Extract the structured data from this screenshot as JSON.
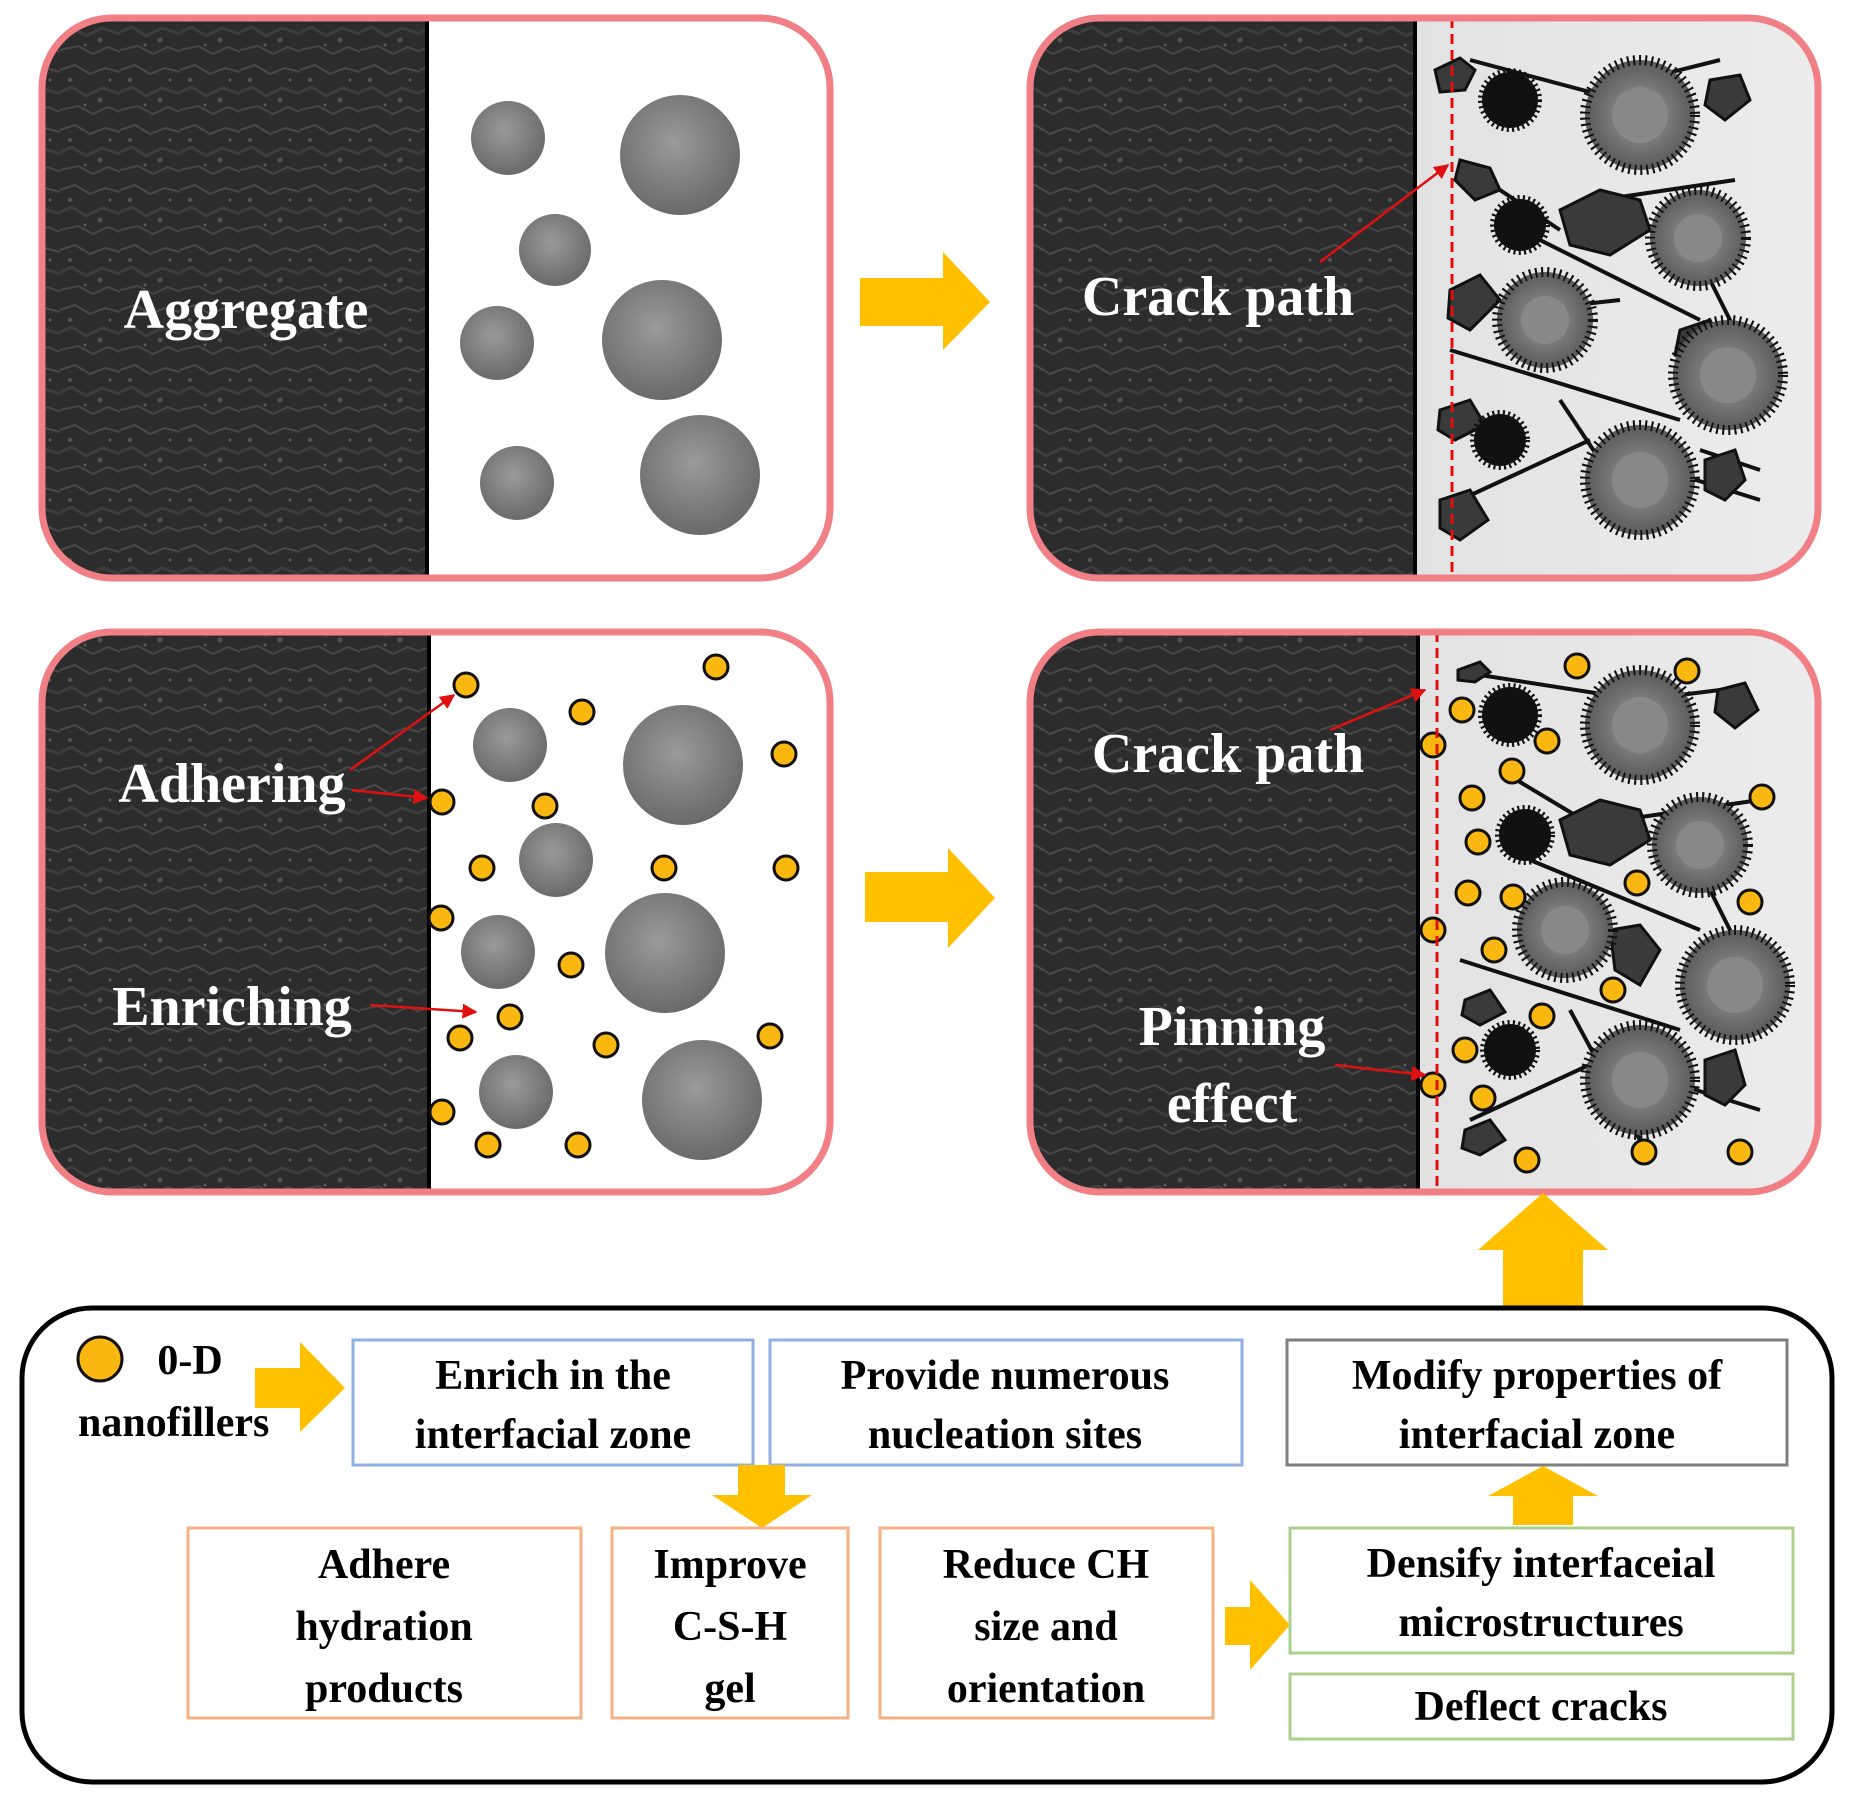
{
  "panels": {
    "top_left": {
      "aggregate_label": "Aggregate"
    },
    "top_right": {
      "crack_label": "Crack path"
    },
    "bottom_left": {
      "adhering_label": "Adhering",
      "enriching_label": "Enriching"
    },
    "bottom_right": {
      "crack_label": "Crack path",
      "pinning_line1": "Pinning",
      "pinning_line2": "effect"
    }
  },
  "legend": {
    "nanofiller_line1": "0-D",
    "nanofiller_line2": "nanofillers"
  },
  "boxes": {
    "enrich": [
      "Enrich in the",
      "interfacial zone"
    ],
    "nucleation": [
      "Provide numerous",
      "nucleation sites"
    ],
    "modify": [
      "Modify properties of",
      "interfacial zone"
    ],
    "adhere": [
      "Adhere",
      "hydration",
      "products"
    ],
    "improve": [
      "Improve",
      "C-S-H",
      "gel"
    ],
    "reduce": [
      "Reduce CH",
      "size and",
      "orientation"
    ],
    "densify": [
      "Densify interfaceial",
      "microstructures"
    ],
    "deflect": [
      "Deflect cracks"
    ]
  },
  "colors": {
    "panel_border": "#f07f86",
    "arrow": "#ffc000",
    "nanofiller": "#f9b710",
    "crack_line": "#e01010",
    "blue_box": "#8fb0e0",
    "orange_box": "#f4b183",
    "green_box": "#a9d18e",
    "gray_box": "#7f7f7f",
    "aggregate": "#2e2e2e",
    "particle": "#7a7a7a"
  }
}
